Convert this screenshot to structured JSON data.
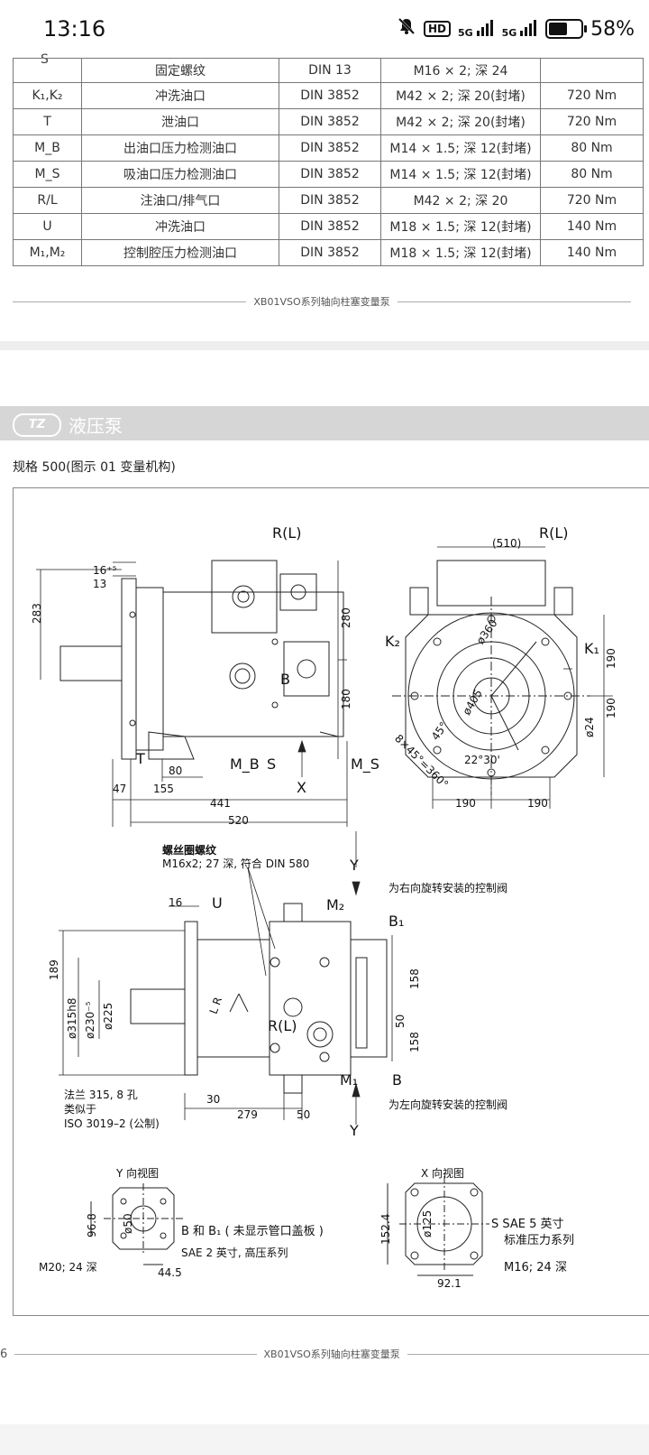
{
  "status_bar": {
    "time": "13:16",
    "hd_badge": "HD",
    "net1": "5G",
    "net2": "5G",
    "battery_pct": "58%",
    "battery_level": 0.58
  },
  "spec_table": {
    "top_cut_code": "S",
    "rows": [
      {
        "code": "",
        "name": "固定螺纹",
        "std": "DIN  13",
        "thread": "M16 × 2; 深 24",
        "torque": ""
      },
      {
        "code": "K₁,K₂",
        "name": "冲洗油口",
        "std": "DIN  3852",
        "thread": "M42 × 2; 深 20(封堵)",
        "torque": "720 Nm"
      },
      {
        "code": "T",
        "name": "泄油口",
        "std": "DIN  3852",
        "thread": "M42 × 2; 深 20(封堵)",
        "torque": "720 Nm"
      },
      {
        "code": "M_B",
        "name": "出油口压力检测油口",
        "std": "DIN  3852",
        "thread": "M14 × 1.5; 深 12(封堵)",
        "torque": "80 Nm"
      },
      {
        "code": "M_S",
        "name": "吸油口压力检测油口",
        "std": "DIN  3852",
        "thread": "M14 × 1.5; 深 12(封堵)",
        "torque": "80 Nm"
      },
      {
        "code": "R/L",
        "name": "注油口/排气口",
        "std": "DIN  3852",
        "thread": "M42 × 2; 深 20",
        "torque": "720 Nm"
      },
      {
        "code": "U",
        "name": "冲洗油口",
        "std": "DIN  3852",
        "thread": "M18 × 1.5; 深 12(封堵)",
        "torque": "140 Nm"
      },
      {
        "code": "M₁,M₂",
        "name": "控制腔压力检测油口",
        "std": "DIN  3852",
        "thread": "M18 × 1.5; 深 12(封堵)",
        "torque": "140 Nm"
      }
    ]
  },
  "footer_text": "XB01VSO系列轴向柱塞变量泵",
  "section": {
    "logo": "TZ",
    "title": "液压泵"
  },
  "subheading": "规格 500(图示 01 变量机构)",
  "drawing": {
    "front_view": {
      "r_l": "R(L)",
      "d16": "16⁺⁵",
      "d13": "13",
      "d283": "283",
      "d280": "280",
      "d180": "180",
      "b": "B",
      "t": "T",
      "mb": "M_B",
      "s": "S",
      "ms": "M_S",
      "x": "X",
      "d80": "80",
      "d47": "47",
      "d155": "155",
      "d441": "441",
      "d520": "520"
    },
    "side_view": {
      "d510": "(510)",
      "r_l": "R(L)",
      "k2": "K₂",
      "k1": "K₁",
      "d360": "ø360",
      "d405": "ø405",
      "d190a": "190",
      "d190b": "190",
      "d24": "ø24",
      "angle45": "45°",
      "holes": "8×45°=360°",
      "angle22": "22°30'",
      "w190a": "190",
      "w190b": "190"
    },
    "top_view": {
      "note_title": "螺丝圈螺纹",
      "note_spec": "M16x2; 27 深, 符合 DIN 580",
      "y_top": "Y",
      "y_bot": "Y",
      "right_valve": "为右向旋转安装的控制阀",
      "left_valve": "为左向旋转安装的控制阀",
      "d16": "16",
      "u": "U",
      "m2": "M₂",
      "b1": "B₁",
      "d189": "189",
      "d315": "ø315h8",
      "d230": "ø230⁻⁵",
      "d225": "ø225",
      "d158a": "158",
      "d50": "50",
      "d158b": "158",
      "r_l": "R(L)",
      "m1": "M₁",
      "b": "B",
      "flange1": "法兰 315, 8 孔",
      "flange2": "类似于",
      "flange3": "ISO 3019–2 (公制)",
      "d30": "30",
      "d279": "279",
      "d50b": "50",
      "lr": "L R"
    },
    "y_view": {
      "title": "Y 向视图",
      "d968": "96.8",
      "d50": "ø50",
      "label1": "B 和 B₁ ( 未显示管口盖板 )",
      "label2": "SAE 2 英寸, 高压系列",
      "label3": "M20; 24 深",
      "d445": "44.5"
    },
    "x_view": {
      "title": "X 向视图",
      "d1524": "152.4",
      "d125": "ø125",
      "label1": "S  SAE 5 英寸",
      "label2": "标准压力系列",
      "label3": "M16; 24 深",
      "d921": "92.1"
    }
  },
  "page_number": "6"
}
